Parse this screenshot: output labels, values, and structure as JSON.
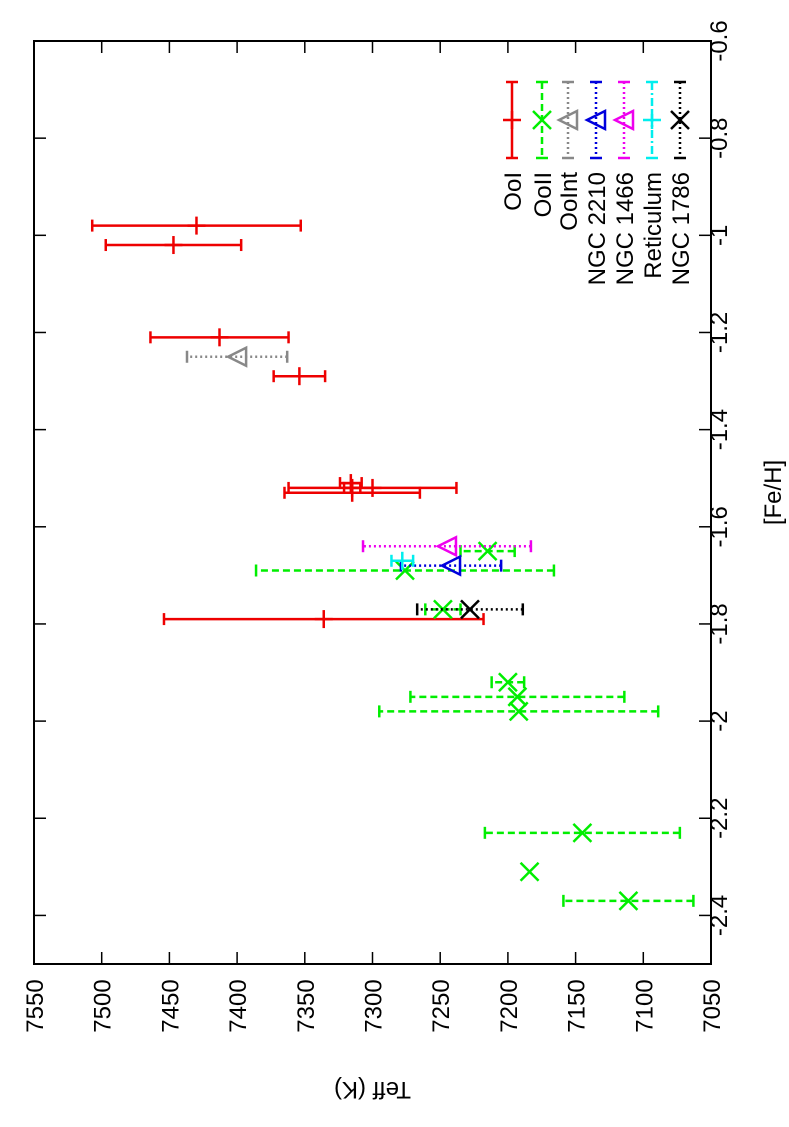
{
  "chart_data": {
    "type": "scatter",
    "orientation": "rotated-90-clockwise",
    "xlabel": "[Fe/H]",
    "ylabel": "Teff (K)",
    "xlim": [
      -2.5,
      -0.6
    ],
    "ylim": [
      7050,
      7550
    ],
    "x_ticks": [
      "-2.4",
      "-2.2",
      "-2",
      "-1.8",
      "-1.6",
      "-1.4",
      "-1.2",
      "-1",
      "-0.8",
      "-0.6"
    ],
    "y_ticks": [
      "7550",
      "7500",
      "7450",
      "7400",
      "7350",
      "7300",
      "7250",
      "7200",
      "7150",
      "7100",
      "7050"
    ],
    "legend_position": "top-right",
    "series": [
      {
        "name": "OoI",
        "color": "#ee0000",
        "marker": "plus",
        "line": "solid",
        "points": [
          {
            "x": -1.79,
            "y": 7336,
            "err": 118
          },
          {
            "x": -1.53,
            "y": 7315,
            "err": 50
          },
          {
            "x": -1.52,
            "y": 7315,
            "err": 6
          },
          {
            "x": -1.52,
            "y": 7300,
            "err": 62
          },
          {
            "x": -1.51,
            "y": 7316,
            "err": 8
          },
          {
            "x": -1.29,
            "y": 7354,
            "err": 19
          },
          {
            "x": -1.21,
            "y": 7413,
            "err": 51
          },
          {
            "x": -1.02,
            "y": 7447,
            "err": 50
          },
          {
            "x": -0.98,
            "y": 7430,
            "err": 77
          }
        ]
      },
      {
        "name": "OoII",
        "color": "#00ee00",
        "marker": "x",
        "line": "dashed",
        "points": [
          {
            "x": -2.37,
            "y": 7111,
            "err": 48
          },
          {
            "x": -2.31,
            "y": 7184,
            "err": 0
          },
          {
            "x": -2.23,
            "y": 7145,
            "err": 72
          },
          {
            "x": -1.98,
            "y": 7192,
            "err": 103
          },
          {
            "x": -1.95,
            "y": 7193,
            "err": 79
          },
          {
            "x": -1.92,
            "y": 7200,
            "err": 12
          },
          {
            "x": -1.77,
            "y": 7248,
            "err": 13
          },
          {
            "x": -1.69,
            "y": 7276,
            "err": 110
          },
          {
            "x": -1.65,
            "y": 7215,
            "err": 20
          }
        ]
      },
      {
        "name": "OoInt",
        "color": "#888888",
        "marker": "triangle",
        "line": "dotted",
        "points": [
          {
            "x": -1.25,
            "y": 7400,
            "err": 37
          }
        ]
      },
      {
        "name": "NGC 2210",
        "color": "#0000dd",
        "marker": "triangle",
        "line": "dotted",
        "points": [
          {
            "x": -1.68,
            "y": 7242,
            "err": 37
          }
        ]
      },
      {
        "name": "NGC 1466",
        "color": "#ee00ee",
        "marker": "triangle",
        "line": "dotted",
        "points": [
          {
            "x": -1.64,
            "y": 7245,
            "err": 62
          }
        ]
      },
      {
        "name": "Reticulum",
        "color": "#00eeee",
        "marker": "plus",
        "line": "dashdot",
        "points": [
          {
            "x": -1.67,
            "y": 7278,
            "err": 8
          }
        ]
      },
      {
        "name": "NGC 1786",
        "color": "#000000",
        "marker": "x",
        "line": "dotted",
        "points": [
          {
            "x": -1.77,
            "y": 7228,
            "err": 39
          }
        ]
      }
    ]
  }
}
